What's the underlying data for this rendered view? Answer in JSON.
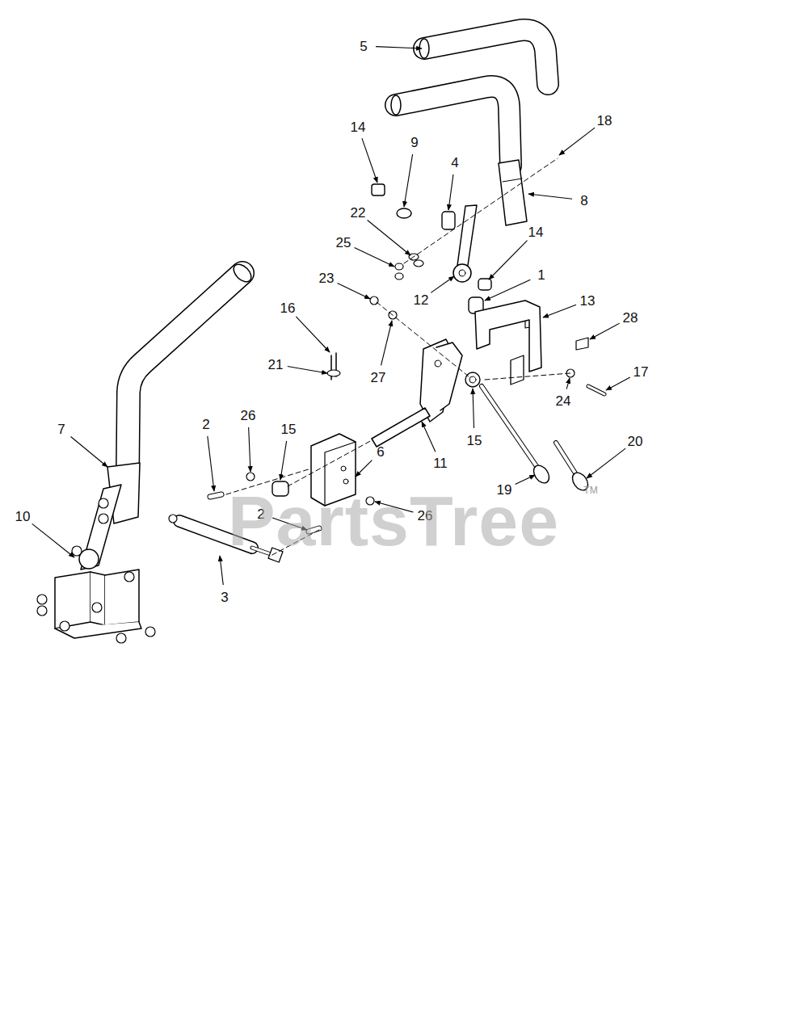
{
  "diagram": {
    "labels": [
      "5",
      "14",
      "9",
      "4",
      "18",
      "8",
      "22",
      "25",
      "14",
      "1",
      "12",
      "23",
      "13",
      "28",
      "16",
      "27",
      "21",
      "17",
      "24",
      "7",
      "2",
      "26",
      "15",
      "11",
      "15",
      "20",
      "10",
      "6",
      "19",
      "2",
      "26",
      "3",
      "PartsTree",
      "TM"
    ]
  }
}
